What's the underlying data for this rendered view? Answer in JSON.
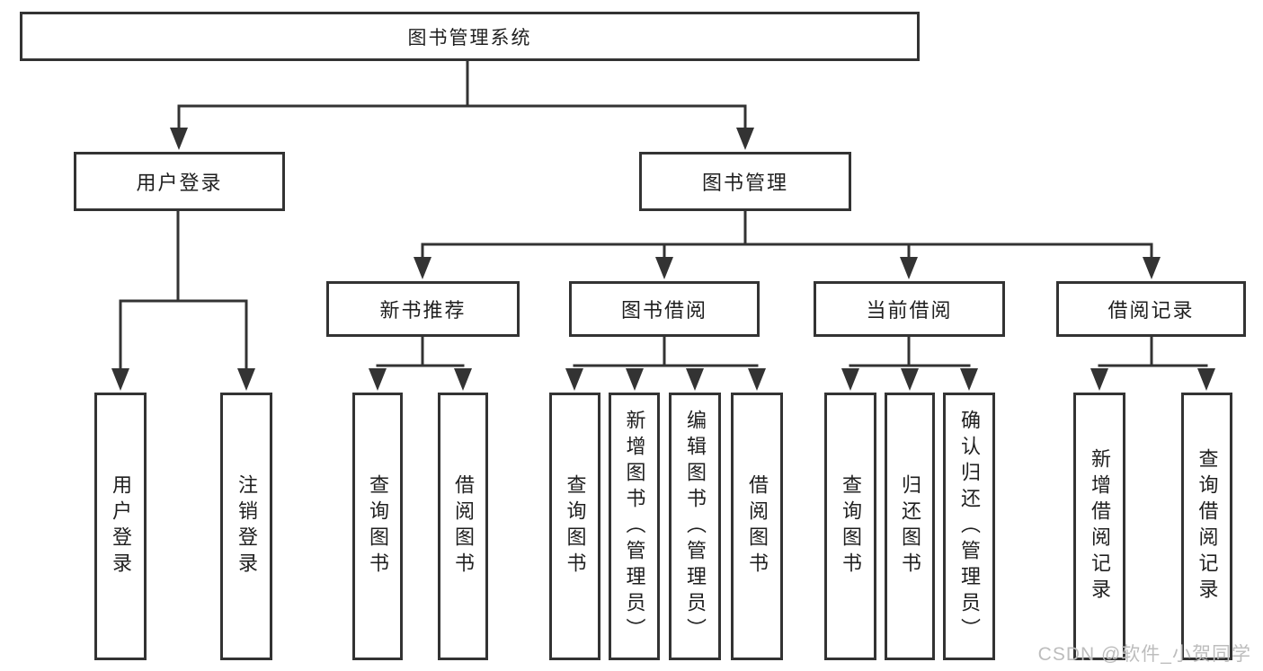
{
  "watermark": "CSDN @软件_小贺同学",
  "colors": {
    "line": "#333333",
    "box_border": "#333333",
    "text": "#1f1f1f",
    "watermark": "#bdbdbd",
    "background": "#ffffff"
  },
  "nodes": {
    "root": "图书管理系统",
    "user_login": "用户登录",
    "book_management": "图书管理",
    "new_book_recommend": "新书推荐",
    "book_borrowing": "图书借阅",
    "current_borrowing": "当前借阅",
    "borrowing_records": "借阅记录",
    "leaf_user_login": "用户登录",
    "leaf_logout": "注销登录",
    "leaf_recommend_query_books": "查询图书",
    "leaf_recommend_borrow_books": "借阅图书",
    "leaf_borrowing_query_books": "查询图书",
    "leaf_borrowing_add_books": "新增图书（管理员）",
    "leaf_borrowing_edit_books": "编辑图书（管理员）",
    "leaf_borrowing_borrow_books": "借阅图书",
    "leaf_current_query_books": "查询图书",
    "leaf_current_return_books": "归还图书",
    "leaf_current_confirm_return": "确认归还（管理员）",
    "leaf_records_add_record": "新增借阅记录",
    "leaf_records_query_record": "查询借阅记录"
  },
  "hierarchy": {
    "图书管理系统": {
      "用户登录": [
        "用户登录",
        "注销登录"
      ],
      "图书管理": {
        "新书推荐": [
          "查询图书",
          "借阅图书"
        ],
        "图书借阅": [
          "查询图书",
          "新增图书（管理员）",
          "编辑图书（管理员）",
          "借阅图书"
        ],
        "当前借阅": [
          "查询图书",
          "归还图书",
          "确认归还（管理员）"
        ],
        "借阅记录": [
          "新增借阅记录",
          "查询借阅记录"
        ]
      }
    }
  }
}
